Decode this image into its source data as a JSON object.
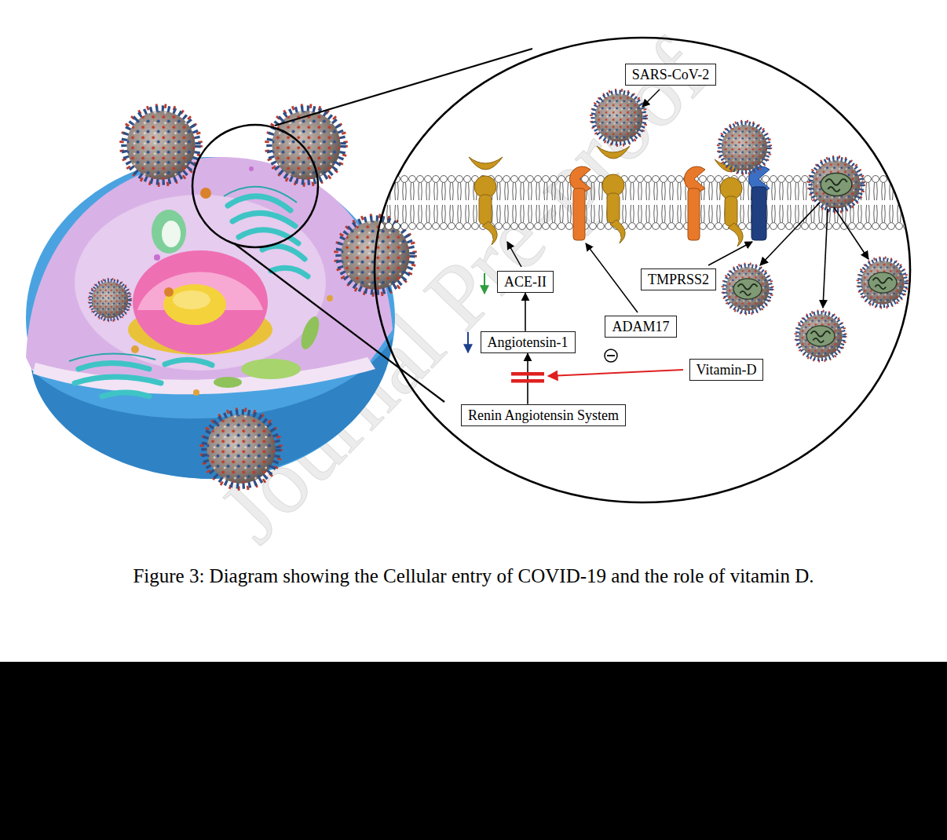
{
  "diagram": {
    "caption": "Figure 3: Diagram showing the Cellular entry of COVID-19 and the role of vitamin D.",
    "nodes": [
      {
        "text": [
          "SARS-CoV-2"
        ]
      },
      {
        "text": [
          "ACE-II"
        ]
      },
      {
        "text": [
          "TMPRSS2"
        ]
      },
      {
        "text": [
          "ADAM17"
        ]
      },
      {
        "text": [
          "Angiotensin-1"
        ]
      },
      {
        "text": [
          "Vitamin-D"
        ]
      },
      {
        "text": [
          "Renin Angiotensin System"
        ]
      }
    ],
    "edges": [
      {
        "from": 6,
        "to": 4,
        "arrow": "to"
      },
      {
        "from": 4,
        "to": 1,
        "arrow": "to"
      }
    ],
    "labels": [
      "Journal Pre-proof"
    ]
  }
}
